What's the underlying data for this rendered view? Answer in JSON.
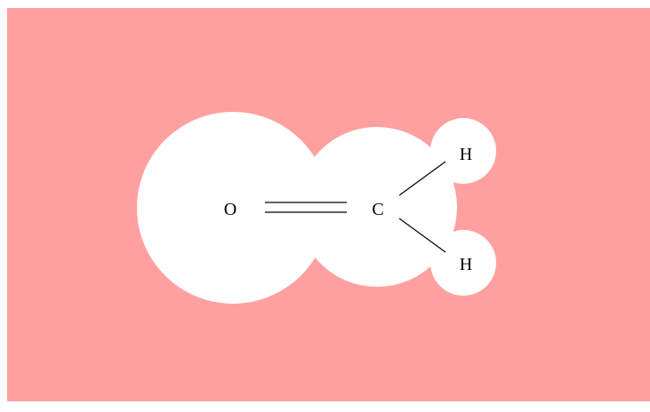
{
  "colors": {
    "background": "#ffa0a0",
    "atom_fill": "#ffffff",
    "bond_stroke": "#000000",
    "page": "#ffffff"
  },
  "atoms": {
    "oxygen": {
      "label": "O"
    },
    "carbon": {
      "label": "C"
    },
    "hydrogen_top": {
      "label": "H"
    },
    "hydrogen_bottom": {
      "label": "H"
    }
  },
  "bonds": [
    {
      "from": "oxygen",
      "to": "carbon",
      "order": 2
    },
    {
      "from": "carbon",
      "to": "hydrogen_top",
      "order": 1
    },
    {
      "from": "carbon",
      "to": "hydrogen_bottom",
      "order": 1
    }
  ]
}
